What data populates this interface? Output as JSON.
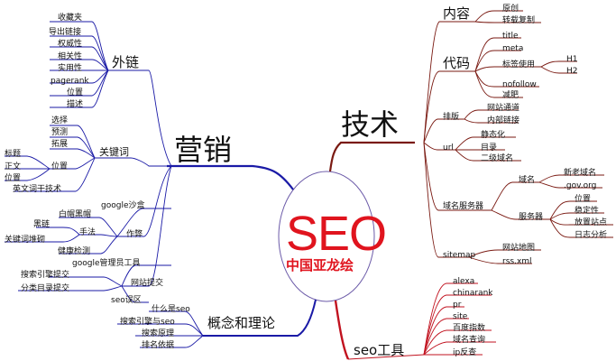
{
  "center": {
    "title": "SEO",
    "subtitle": "中国亚龙绘"
  },
  "marketing": {
    "label": "营销",
    "outlinks": {
      "label": "外链",
      "items": [
        "收藏夹",
        "导出链接",
        "权威性",
        "相关性",
        "实用性",
        "pagerank",
        "位置",
        "描述"
      ]
    },
    "keywords": {
      "label": "关键词",
      "items": [
        "选择",
        "预测",
        "拓展"
      ],
      "position": {
        "label": "位置",
        "items": [
          "标题",
          "正文",
          "位置"
        ]
      },
      "extra": "英文词干技术"
    },
    "cheating": {
      "label": "作弊",
      "sandbox": "google沙盒",
      "hats": "白帽黑帽",
      "techniques": {
        "label": "手法",
        "items": [
          "黑链",
          "关键词堆砌"
        ]
      },
      "health": "健康检测"
    },
    "submission": {
      "label": "网站提交",
      "items": [
        "google管理员工具",
        "搜索引擎提交",
        "分类目录提交"
      ]
    }
  },
  "concepts": {
    "label": "概念和理论",
    "items": [
      "seo误区",
      "什么是seo",
      "搜索引擎与seo",
      "搜索原理",
      "排名依据"
    ]
  },
  "technology": {
    "label": "技术",
    "content": {
      "label": "内容",
      "items": [
        "原创",
        "转载复制"
      ]
    },
    "code": {
      "label": "代码",
      "items": [
        "title",
        "meta",
        "nofollow",
        "减肥"
      ],
      "tags": {
        "label": "标签使用",
        "items": [
          "H1",
          "H2"
        ]
      }
    },
    "layout": {
      "label": "排版",
      "items": [
        "网站通道",
        "内部链接"
      ]
    },
    "url": {
      "label": "url",
      "items": [
        "静态化",
        "目录",
        "二级域名"
      ]
    },
    "server": {
      "label": "域名服务器",
      "domain": {
        "label": "域名",
        "items": [
          "新老域名",
          ".gov.org"
        ]
      },
      "host": {
        "label": "服务器",
        "items": [
          "位置",
          "稳定性",
          "放置站点",
          "日志分析"
        ]
      }
    },
    "sitemap": {
      "label": "sitemap",
      "items": [
        "网站地图",
        "rss.xml"
      ]
    }
  },
  "tools": {
    "label": "seo工具",
    "items": [
      "alexa",
      "chinarank",
      "pr",
      "site",
      "百度指数",
      "域名查询",
      "ip反查"
    ]
  },
  "colors": {
    "marketing_line": "#1a1aa6",
    "technology_line": "#7a1a12",
    "tools_line": "#c1121f",
    "center_text": "#e0141e"
  }
}
